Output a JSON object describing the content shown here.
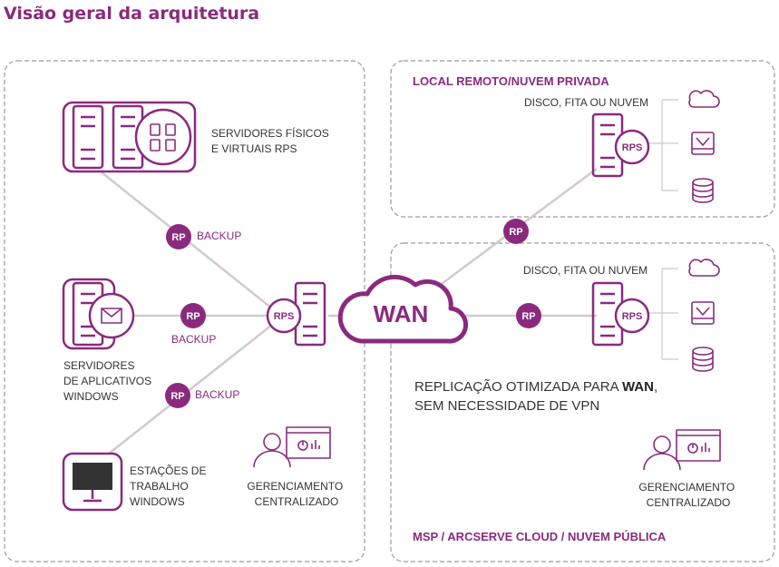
{
  "title": "Visão geral da arquitetura",
  "colors": {
    "accent": "#8a2a7e",
    "link": "#d4c8cf",
    "text": "#333333"
  },
  "zones": {
    "remote": "LOCAL REMOTO/NUVEM PRIVADA",
    "cloud": "MSP / ARCSERVE CLOUD / NUVEM PÚBLICA"
  },
  "labels": {
    "physical_servers": [
      "SERVIDORES FÍSICOS",
      "E VIRTUAIS RPS"
    ],
    "app_servers": [
      "SERVIDORES",
      "DE APLICATIVOS",
      "WINDOWS"
    ],
    "workstations": [
      "ESTAÇÕES DE",
      "TRABALHO",
      "WINDOWS"
    ],
    "mgmt_left": [
      "GERENCIAMENTO",
      "CENTRALIZADO"
    ],
    "mgmt_right": [
      "GERENCIAMENTO",
      "CENTRALIZADO"
    ],
    "storage_remote": "DISCO, FITA OU NUVEM",
    "storage_cloud": "DISCO, FITA OU NUVEM",
    "backup_1": "BACKUP",
    "backup_2": "BACKUP",
    "backup_3": "BACKUP"
  },
  "badges": {
    "rp_1": "RP",
    "rp_2": "RP",
    "rp_3": "RP",
    "rp_4": "RP",
    "rp_5": "RP",
    "rps_center": "RPS",
    "rps_remote": "RPS",
    "rps_cloud": "RPS"
  },
  "wan": "WAN",
  "replication": {
    "line1_prefix": "REPLICAÇÃO OTIMIZADA PARA ",
    "line1_bold": "WAN",
    "line1_suffix": ",",
    "line2": "SEM NECESSIDADE DE VPN"
  },
  "icons": {
    "servers": "server-tower-icon",
    "vm": "virtual-machines-icon",
    "mail": "envelope-icon",
    "monitor": "monitor-icon",
    "cloud": "cloud-icon",
    "tape": "tape-icon",
    "disk": "disk-stack-icon",
    "admin": "admin-dashboard-icon"
  }
}
